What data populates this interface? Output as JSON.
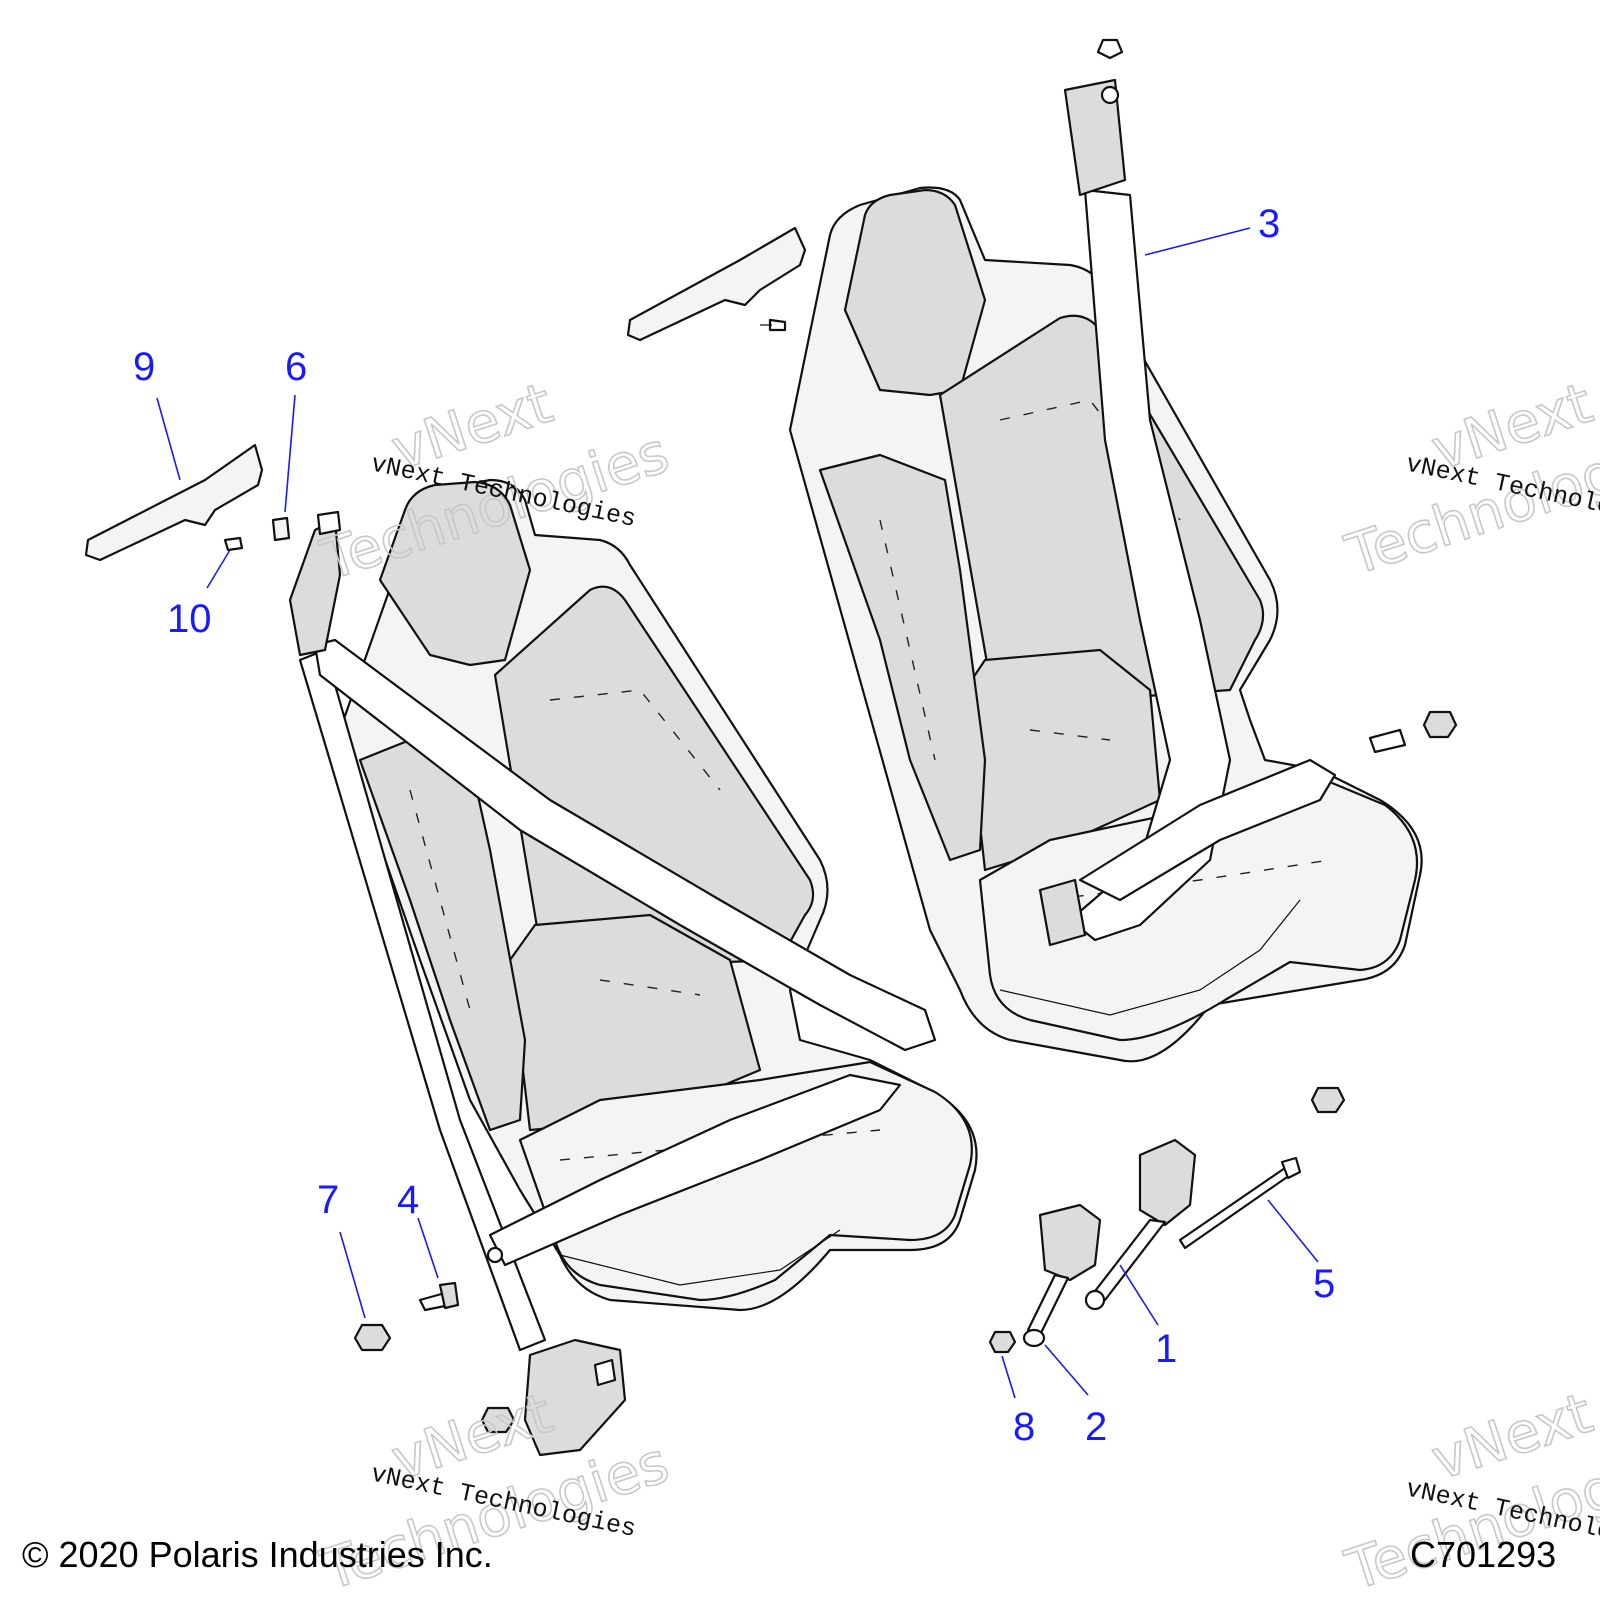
{
  "callouts": {
    "c1": "1",
    "c2": "2",
    "c3": "3",
    "c4": "4",
    "c5": "5",
    "c6": "6",
    "c7": "7",
    "c8": "8",
    "c9": "9",
    "c10": "10"
  },
  "watermark": {
    "line_small": "vNext Technologies",
    "line_big_1": "vNext",
    "line_big_2": "Technologies"
  },
  "footer": {
    "copyright": "© 2020 Polaris Industries Inc.",
    "drawing_number": "C701293"
  },
  "colors": {
    "callout": "#1a1aff",
    "part_fill": "#dcdcdc",
    "line": "#111111"
  }
}
